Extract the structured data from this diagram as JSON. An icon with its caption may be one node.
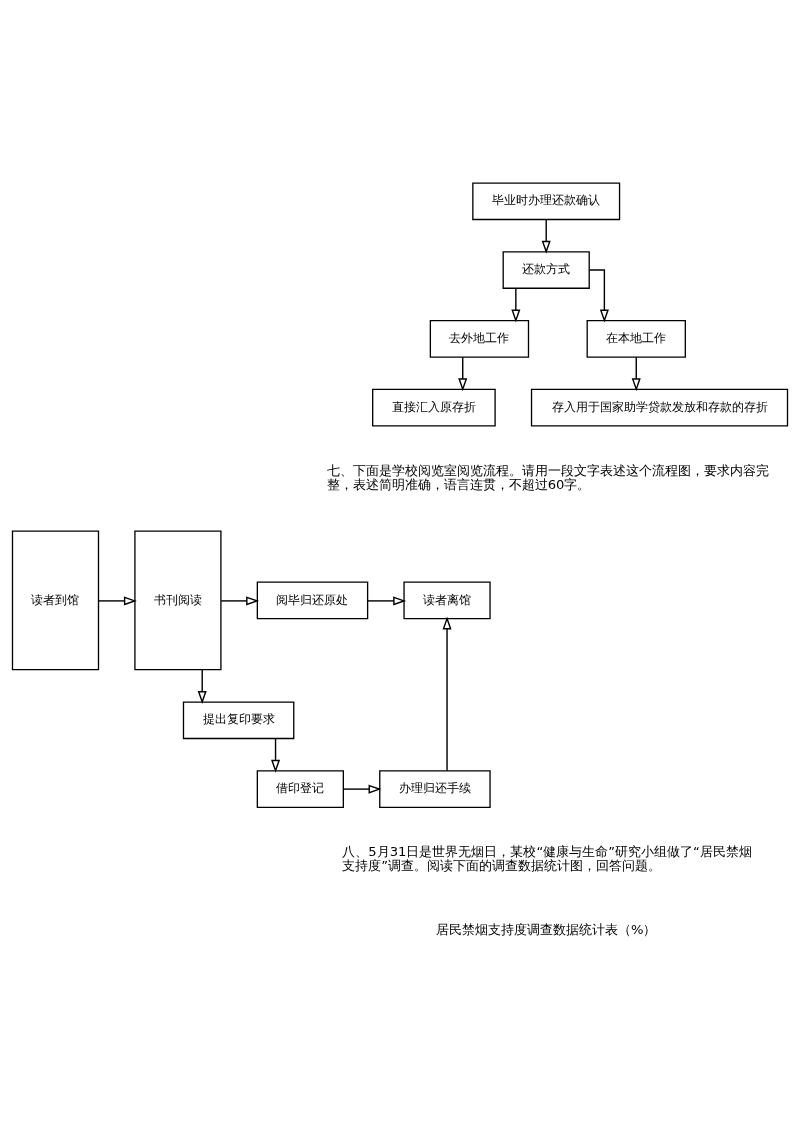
{
  "diagram": {
    "nodes": [
      {
        "text": [
          "毕业时办理还款确认"
        ]
      },
      {
        "text": [
          "还款方式"
        ]
      },
      {
        "text": [
          "去外地工作"
        ]
      },
      {
        "text": [
          "在本地工作"
        ]
      },
      {
        "text": [
          "直接汇入原存折"
        ]
      },
      {
        "text": [
          "存入用于国家助学贷款发放和存款的存折"
        ]
      },
      {
        "text": [
          "读者到馆"
        ]
      },
      {
        "text": [
          "书刊阅读"
        ]
      },
      {
        "text": [
          "阅毕归还原处"
        ]
      },
      {
        "text": [
          "读者离馆"
        ]
      },
      {
        "text": [
          "提出复印要求"
        ]
      },
      {
        "text": [
          "借印登记"
        ]
      },
      {
        "text": [
          "办理归还手续"
        ]
      }
    ],
    "edges": [
      {
        "from": 0,
        "to": 1,
        "arrow": "to"
      },
      {
        "from": 1,
        "to": 2,
        "arrow": "to"
      },
      {
        "from": 1,
        "to": 3,
        "arrow": "to"
      },
      {
        "from": 2,
        "to": 4,
        "arrow": "to"
      },
      {
        "from": 3,
        "to": 5,
        "arrow": "to"
      },
      {
        "from": 6,
        "to": 7,
        "arrow": "to"
      },
      {
        "from": 7,
        "to": 8,
        "arrow": "to"
      },
      {
        "from": 8,
        "to": 9,
        "arrow": "to"
      },
      {
        "from": 7,
        "to": 10,
        "arrow": "to"
      },
      {
        "from": 10,
        "to": 11,
        "arrow": "to"
      },
      {
        "from": 11,
        "to": 12,
        "arrow": "to"
      },
      {
        "from": 12,
        "to": 9,
        "arrow": "to"
      }
    ],
    "labels": [
      "七、下面是学校阅览室阅览流程。请用一段文字表述这个流程图，要求内容完整，表述简明准确，语言连贯，不超过60字。",
      "八、5月31日是世界无烟日，某校“健康与生命”研究小组做了“居民禁烟支持度”调查。阅读下面的调查数据统计图，回答问题。",
      "居民禁烟支持度调查数据统计表（%）"
    ]
  }
}
